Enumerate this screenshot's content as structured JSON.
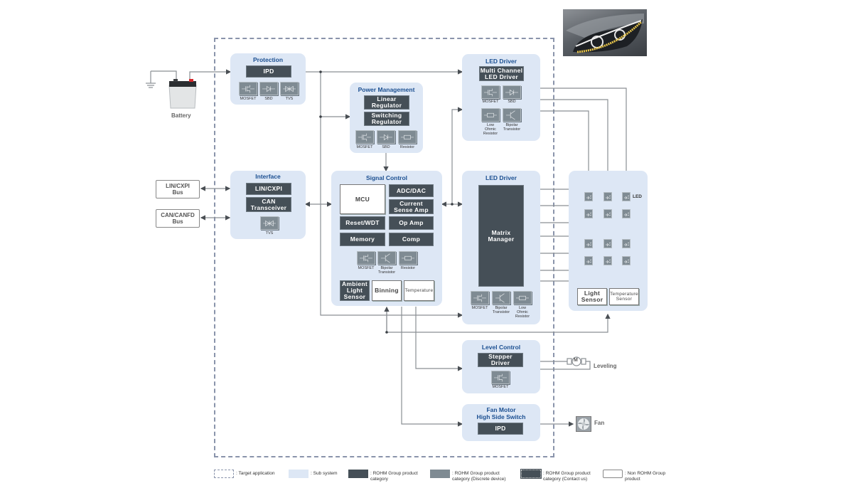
{
  "diagram": {
    "title_image": "automotive-headlamp-photo",
    "external": {
      "battery": "Battery",
      "lin_bus": "LIN/CXPI\nBus",
      "can_bus": "CAN/CANFD\nBus",
      "leveling": "Leveling",
      "fan": "Fan",
      "led_label": "LED",
      "motor_symbol": "M"
    },
    "subsystems": {
      "protection": {
        "title": "Protection",
        "blocks": [
          "IPD"
        ],
        "discretes": [
          "MOSFET",
          "SBD",
          "TVS"
        ]
      },
      "power_management": {
        "title": "Power Management",
        "blocks": [
          "Linear\nRegulator",
          "Switching\nRegulator"
        ],
        "discretes": [
          "MOSFET",
          "SBD",
          "Resistor"
        ]
      },
      "led_driver_top": {
        "title": "LED Driver",
        "blocks": [
          "Multi Channel\nLED Driver"
        ],
        "discretes": [
          "MOSFET",
          "SBD",
          "Low\nOhmic\nResistor",
          "Bipolar\nTransistor"
        ]
      },
      "interface": {
        "title": "Interface",
        "blocks": [
          "LIN/CXPI",
          "CAN\nTransceiver"
        ],
        "discretes": [
          "TVS"
        ]
      },
      "signal_control": {
        "title": "Signal Control",
        "mcu": "MCU",
        "blocks": [
          "ADC/DAC",
          "Current\nSense Amp",
          "Reset/WDT",
          "Op Amp",
          "Memory",
          "Comp",
          "Ambient\nLight\nSensor"
        ],
        "non_rohm": [
          "Binning",
          "Temperature"
        ],
        "discretes": [
          "MOSFET",
          "Bipolar\nTransistor",
          "Resistor"
        ]
      },
      "led_driver_matrix": {
        "title": "LED Driver",
        "blocks": [
          "Matrix\nManager"
        ],
        "discretes": [
          "MOSFET",
          "Bipolar\nTransistor",
          "Low\nOhmic\nResistor"
        ]
      },
      "led_array": {
        "sensors": [
          "Light\nSensor",
          "Temperature\nSensor"
        ],
        "columns": 3,
        "rows_shown": 4
      },
      "level_control": {
        "title": "Level Control",
        "blocks": [
          "Stepper\nDriver"
        ],
        "discretes": [
          "MOSFET"
        ]
      },
      "fan_motor": {
        "title": "Fan Motor\nHigh Side Switch",
        "blocks": [
          "IPD"
        ]
      }
    },
    "legend": [
      {
        "swatch": "dashed-outline",
        "label": ": Target application"
      },
      {
        "swatch": "light-blue",
        "label": ": Sub system"
      },
      {
        "swatch": "dark-gray",
        "label": ": ROHM Group product\ncategory"
      },
      {
        "swatch": "medium-gray",
        "label": ": ROHM Group product\ncategory (Discrete device)"
      },
      {
        "swatch": "dotted-dark",
        "label": ": ROHM Group product\ncategory (Contact us)"
      },
      {
        "swatch": "white-outline",
        "label": ": Non ROHM Group\nproduct"
      }
    ],
    "colors": {
      "subsystem_fill": "#dde7f5",
      "subsystem_title": "#1b4f91",
      "rohm_block": "#454f57",
      "discrete_block": "#7f8b93",
      "wire": "#8a8f94",
      "target_border": "#8a94ab"
    }
  }
}
